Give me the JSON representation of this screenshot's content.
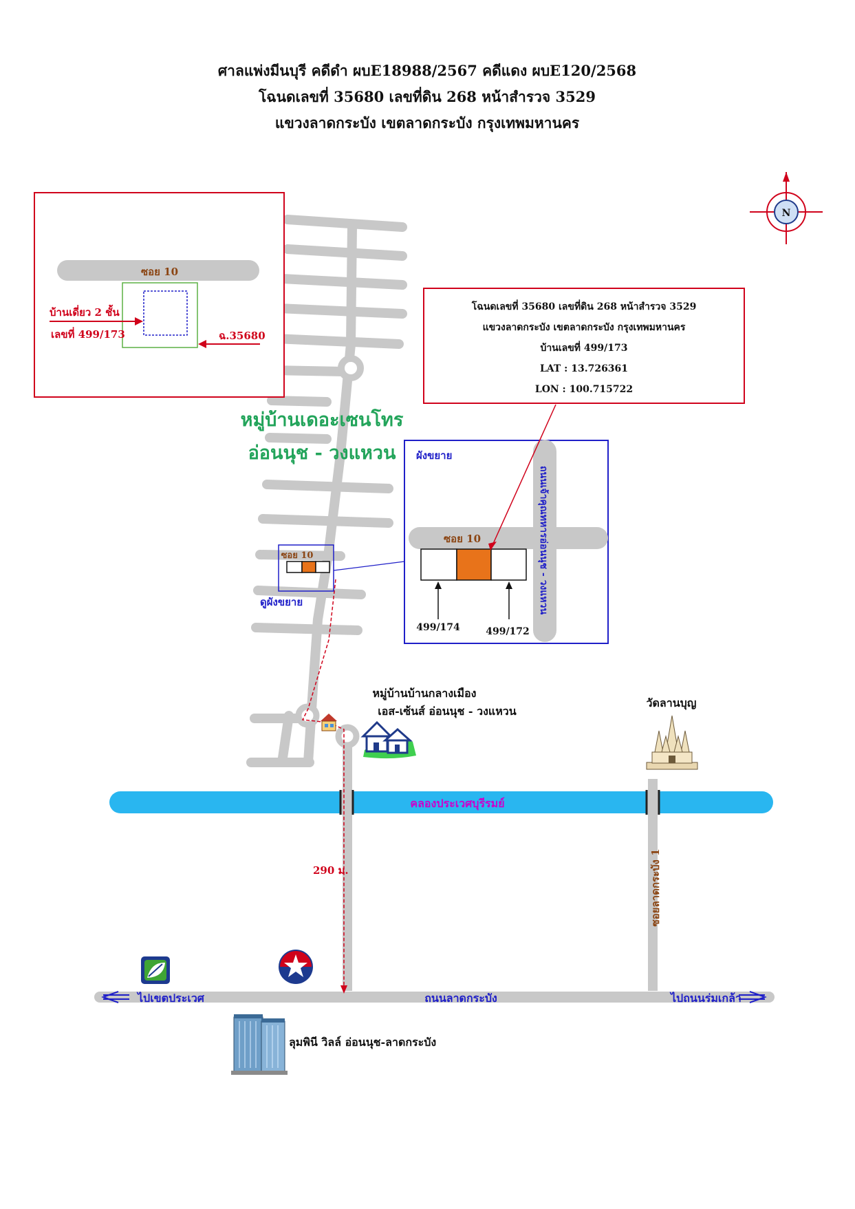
{
  "header": {
    "line1": "ศาลแพ่งมีนบุรี คดีดำ ผบE18988/2567  คดีแดง ผบE120/2568",
    "line2": "โฉนดเลขที่ 35680 เลขที่ดิน 268 หน้าสำรวจ 3529",
    "line3": "แขวงลาดกระบัง  เขตลาดกระบัง  กรุงเทพมหานคร"
  },
  "compass": {
    "label": "N"
  },
  "inset_topleft": {
    "road_label": "ซอย 10",
    "house_label": "บ้านเดี่ยว 2 ชั้น",
    "house_no_label": "เลขที่ 499/173",
    "deed_label": "ฉ.35680"
  },
  "info_box": {
    "line1": "โฉนดเลขที่ 35680 เลขที่ดิน 268 หน้าสำรวจ 3529",
    "line2": "แขวงลาดกระบัง เขตลาดกระบัง กรุงเทพมหานคร",
    "line3": "บ้านเลขที่ 499/173",
    "lat": "LAT : 13.726361",
    "lon": "LON : 100.715722"
  },
  "village": {
    "line1": "หมู่บ้านเดอะเซนโทร",
    "line2": "อ่อนนุช - วงแหวน"
  },
  "enlarged_plan": {
    "title": "ผังขยาย",
    "road_label": "ซอย 10",
    "vertical_road_label": "ถนนเจ้าคุณทหารอ่อนนุช - วงแหวน",
    "left_house": "499/174",
    "right_house": "499/172"
  },
  "small_box": {
    "road_label": "ซอย 10",
    "caption": "ดูผังขยาย"
  },
  "village2": {
    "line1": "หมู่บ้านบ้านกลางเมือง",
    "line2": "เอส-เซ้นส์ อ่อนนุช - วงแหวน"
  },
  "temple": {
    "label": "วัดลานบุญ"
  },
  "canal": {
    "label": "คลองประเวศบุรีรมย์"
  },
  "distance": {
    "label": "290 ม."
  },
  "soi_ladkrabang": {
    "label": "ซอยลาดกระบัง 1"
  },
  "main_road": {
    "label": "ถนนลาดกระบัง",
    "left_dir": "ไปเขตประเวศ",
    "right_dir": "ไปถนนร่มเกล้า"
  },
  "condo": {
    "label": "ลุมพินี วิลล์ อ่อนนุช-ลาดกระบัง"
  },
  "icons": {
    "compass": "compass-rose-icon",
    "home_marker": "house-marker-icon",
    "village_houses": "houses-icon",
    "temple": "temple-icon",
    "gas_station_green": "gas-station-leaf-icon",
    "gas_station_star": "gas-station-star-icon",
    "condo": "condo-building-icon"
  },
  "colors": {
    "road": "#c8c8c8",
    "canal": "#29b6f0",
    "red": "#d0021b",
    "blue": "#1f1fc8",
    "green": "#22a45a",
    "orange": "#e8731a",
    "brown": "#8b4513",
    "magenta": "#cc00cc"
  }
}
